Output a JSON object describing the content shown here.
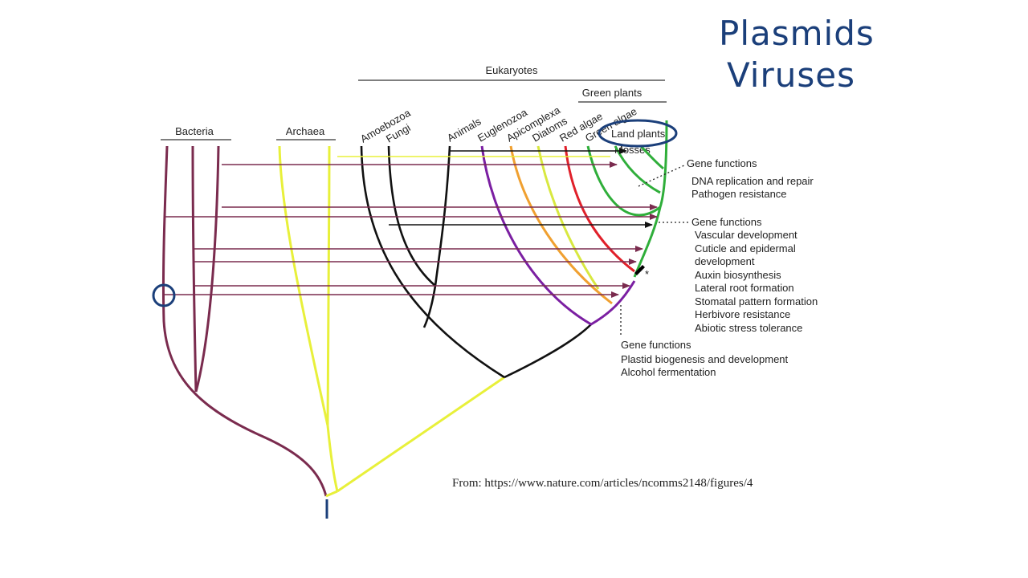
{
  "colors": {
    "bacteria": "#7a2b4e",
    "archaea": "#e8f03a",
    "eukaryote_base": "#111111",
    "euglenozoa": "#7b1fa2",
    "apicomplexa": "#f0a030",
    "diatoms": "#d8e840",
    "red_algae": "#e0202a",
    "green_plants": "#2fae3a",
    "annotation_ink": "#1b3f7a",
    "text": "#222222"
  },
  "headers": {
    "eukaryotes": "Eukaryotes",
    "green_plants": "Green plants"
  },
  "clades": {
    "bacteria": "Bacteria",
    "archaea": "Archaea",
    "amoebozoa": "Amoebozoa",
    "fungi": "Fungi",
    "animals": "Animals",
    "euglenozoa": "Euglenozoa",
    "apicomplexa": "Apicomplexa",
    "diatoms": "Diatoms",
    "red_algae": "Red algae",
    "green_algae": "Green algae",
    "land_plants": "Land plants",
    "mosses": "Mosses"
  },
  "gene_functions": {
    "group1": {
      "title": "Gene functions",
      "items": [
        "DNA replication and repair",
        "Pathogen resistance"
      ]
    },
    "group2": {
      "title": "Gene functions",
      "items": [
        "Vascular development",
        "Cuticle and epidermal",
        "development",
        "Auxin biosynthesis",
        "Lateral root formation",
        "Stomatal pattern formation",
        "Herbivore resistance",
        "Abiotic stress tolerance"
      ]
    },
    "group3": {
      "title": "Gene functions",
      "items": [
        "Plastid biogenesis and development",
        "Alcohol fermentation"
      ]
    }
  },
  "marker": "*",
  "source": "From: https://www.nature.com/articles/ncomms2148/figures/4",
  "handwritten": {
    "line1": "Plasmids",
    "line2": "Viruses"
  }
}
